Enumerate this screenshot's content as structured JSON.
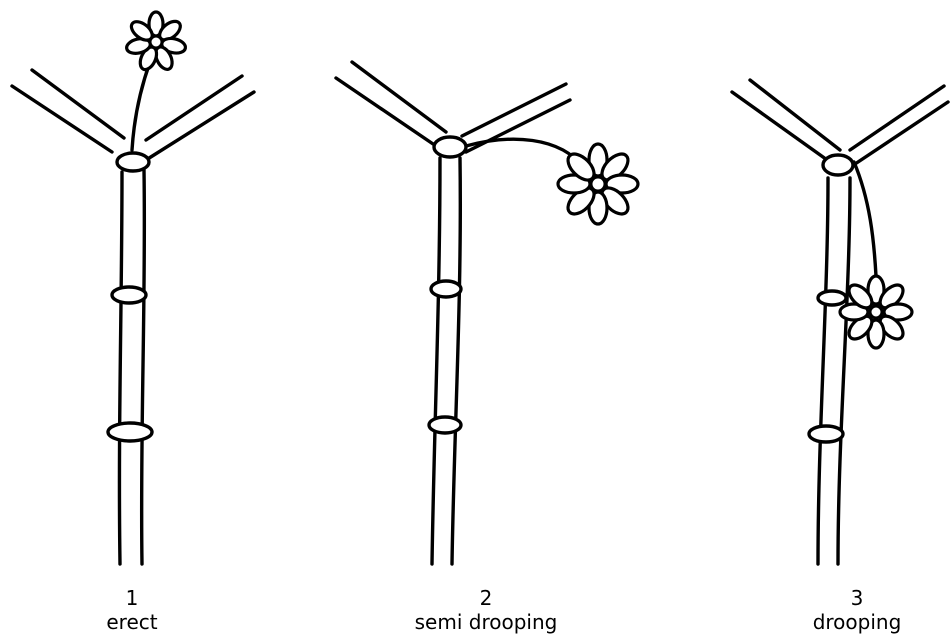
{
  "figure": {
    "panels": [
      {
        "number": "1",
        "label": "erect"
      },
      {
        "number": "2",
        "label": "semi drooping"
      },
      {
        "number": "3",
        "label": "drooping"
      }
    ]
  }
}
